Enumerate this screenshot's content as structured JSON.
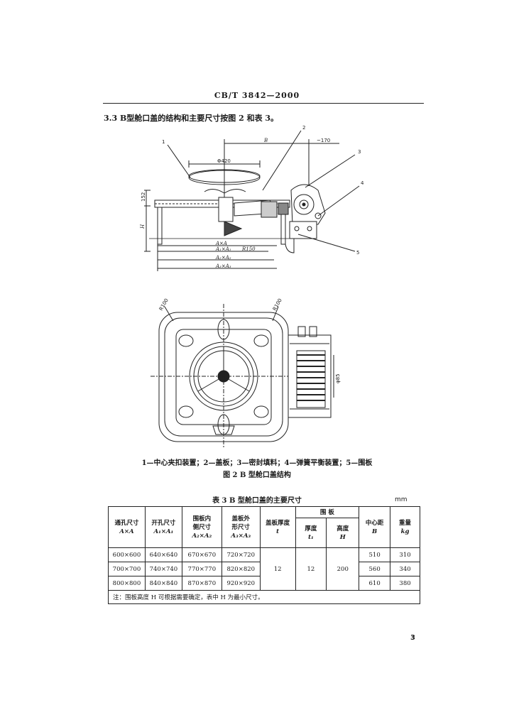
{
  "header": {
    "standard_code": "CB/T 3842—2000"
  },
  "section": {
    "text": "3.3  B型舱口盖的结构和主要尺寸按图 2 和表 3。"
  },
  "figure": {
    "callouts": [
      "1",
      "2",
      "3",
      "4",
      "5"
    ],
    "dims": {
      "b": "B",
      "r170": "~170",
      "d420": "Φ420",
      "h152": "152",
      "h": "H",
      "axa": "A×A",
      "a1": "A₁×A₁",
      "r150": "R150",
      "a2": "A₂×A₂",
      "a3": "A₃×A₃",
      "r100a": "R100",
      "r100b": "R100",
      "d85": "φ85"
    },
    "legend": "1—中心夹扣装置；2—盖板；3—密封填料；4—弹簧平衡装置；5—围板",
    "title": "图 2  B 型舱口盖结构"
  },
  "table": {
    "title": "表 3  B 型舱口盖的主要尺寸",
    "unit": "mm",
    "headers": {
      "col1": [
        "通孔尺寸",
        "A×A"
      ],
      "col2": [
        "开孔尺寸",
        "A₁×A₁"
      ],
      "col3": [
        "围板内",
        "侧尺寸",
        "A₂×A₂"
      ],
      "col4": [
        "盖板外",
        "形尺寸",
        "A₃×A₃"
      ],
      "col5": [
        "盖板厚度",
        "t"
      ],
      "group": "围    板",
      "col6": [
        "厚度",
        "t₁"
      ],
      "col7": [
        "高度",
        "H"
      ],
      "col8": [
        "中心距",
        "B"
      ],
      "col9": [
        "重量",
        "kg"
      ]
    },
    "rows": [
      {
        "axa": "600×600",
        "a1": "640×640",
        "a2": "670×670",
        "a3": "720×720",
        "b": "510",
        "kg": "310"
      },
      {
        "axa": "700×700",
        "a1": "740×740",
        "a2": "770×770",
        "a3": "820×820",
        "b": "560",
        "kg": "340"
      },
      {
        "axa": "800×800",
        "a1": "840×840",
        "a2": "870×870",
        "a3": "920×920",
        "b": "610",
        "kg": "380"
      }
    ],
    "merged": {
      "t": "12",
      "t1": "12",
      "h": "200"
    },
    "note": "注：围板高度 H 可根据需要确定，表中 H 为最小尺寸。"
  },
  "page_number": "3"
}
